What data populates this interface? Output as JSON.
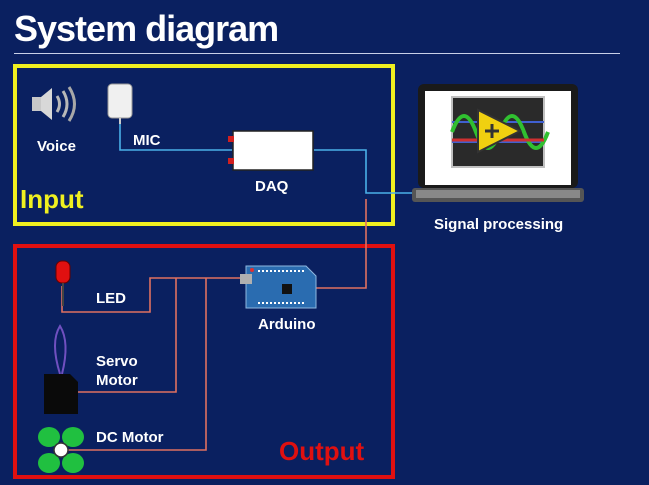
{
  "title": "System diagram",
  "groups": {
    "input": "Input",
    "output": "Output"
  },
  "labels": {
    "voice": "Voice",
    "mic": "MIC",
    "daq": "DAQ",
    "signal_processing": "Signal processing",
    "led": "LED",
    "servo_line1": "Servo",
    "servo_line2": "Motor",
    "dc_motor": "DC Motor",
    "arduino": "Arduino"
  },
  "colors": {
    "background": "#0a2060",
    "input_border": "#f0f020",
    "output_border": "#e01010",
    "input_wire": "#4ab0e8",
    "output_wire": "#e07060"
  }
}
